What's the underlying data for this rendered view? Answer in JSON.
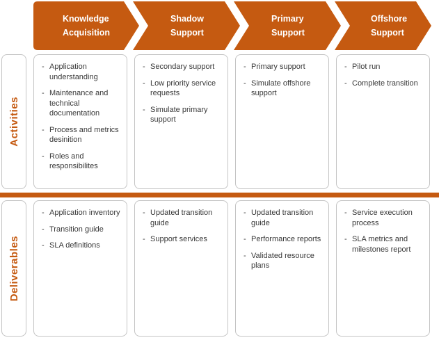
{
  "colors": {
    "orange": "#C55A11",
    "box_border": "#C4C4C4",
    "body_text": "#383838",
    "header_text": "#FFFFFF"
  },
  "rows": {
    "activities_label": "Activities",
    "deliverables_label": "Deliverables"
  },
  "phases": [
    {
      "label": "Knowledge\nAcquisition",
      "activities": [
        "Application understanding",
        "Maintenance and technical documentation",
        "Process and metrics desinition",
        "Roles and responsibilites"
      ],
      "deliverables": [
        "Application inventory",
        "Transition guide",
        "SLA definitions"
      ]
    },
    {
      "label": "Shadow\nSupport",
      "activities": [
        "Secondary support",
        "Low priority service requests",
        "Simulate primary support"
      ],
      "deliverables": [
        "Updated transition guide",
        "Support services"
      ]
    },
    {
      "label": "Primary\nSupport",
      "activities": [
        "Primary support",
        "Simulate offshore support"
      ],
      "deliverables": [
        "Updated transition guide",
        "Performance reports",
        "Validated resource plans"
      ]
    },
    {
      "label": "Offshore\nSupport",
      "activities": [
        "Pilot run",
        "Complete transition"
      ],
      "deliverables": [
        "Service execution process",
        "SLA metrics and milestones report"
      ]
    }
  ]
}
